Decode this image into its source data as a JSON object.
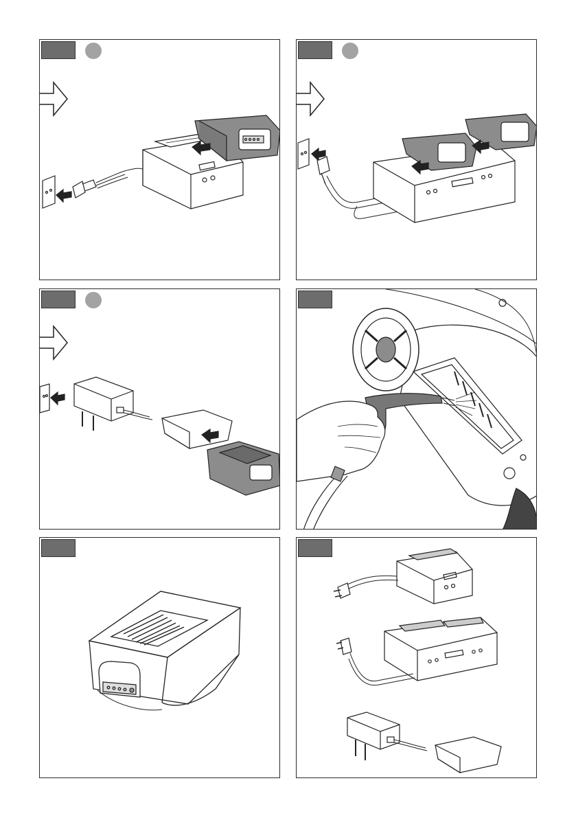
{
  "colors": {
    "frame": "#2a2a2a",
    "tag_fill": "#6d6d6d",
    "step_dot_fill": "#a3a3a3",
    "battery_fill": "#8c8c8c",
    "line": "#222222"
  },
  "panels": [
    {
      "id": "1",
      "has_step_dot": true,
      "scene": "single-charger-with-battery-and-wall-outlet"
    },
    {
      "id": "2",
      "has_step_dot": true,
      "scene": "dual-charger-with-two-batteries-and-wall-outlet"
    },
    {
      "id": "3",
      "has_step_dot": true,
      "scene": "plug-adapter-charger-with-battery-and-wall-outlet"
    },
    {
      "id": "4",
      "has_step_dot": false,
      "scene": "cleaning-battery-compartment-with-air-blower"
    },
    {
      "id": "5",
      "has_step_dot": false,
      "scene": "battery-closeup"
    },
    {
      "id": "6",
      "has_step_dot": false,
      "scene": "three-charger-types-overview"
    }
  ],
  "icons": [
    "hollow-arrow-icon",
    "wall-outlet-icon",
    "push-arrow-icon",
    "power-plug-icon"
  ]
}
